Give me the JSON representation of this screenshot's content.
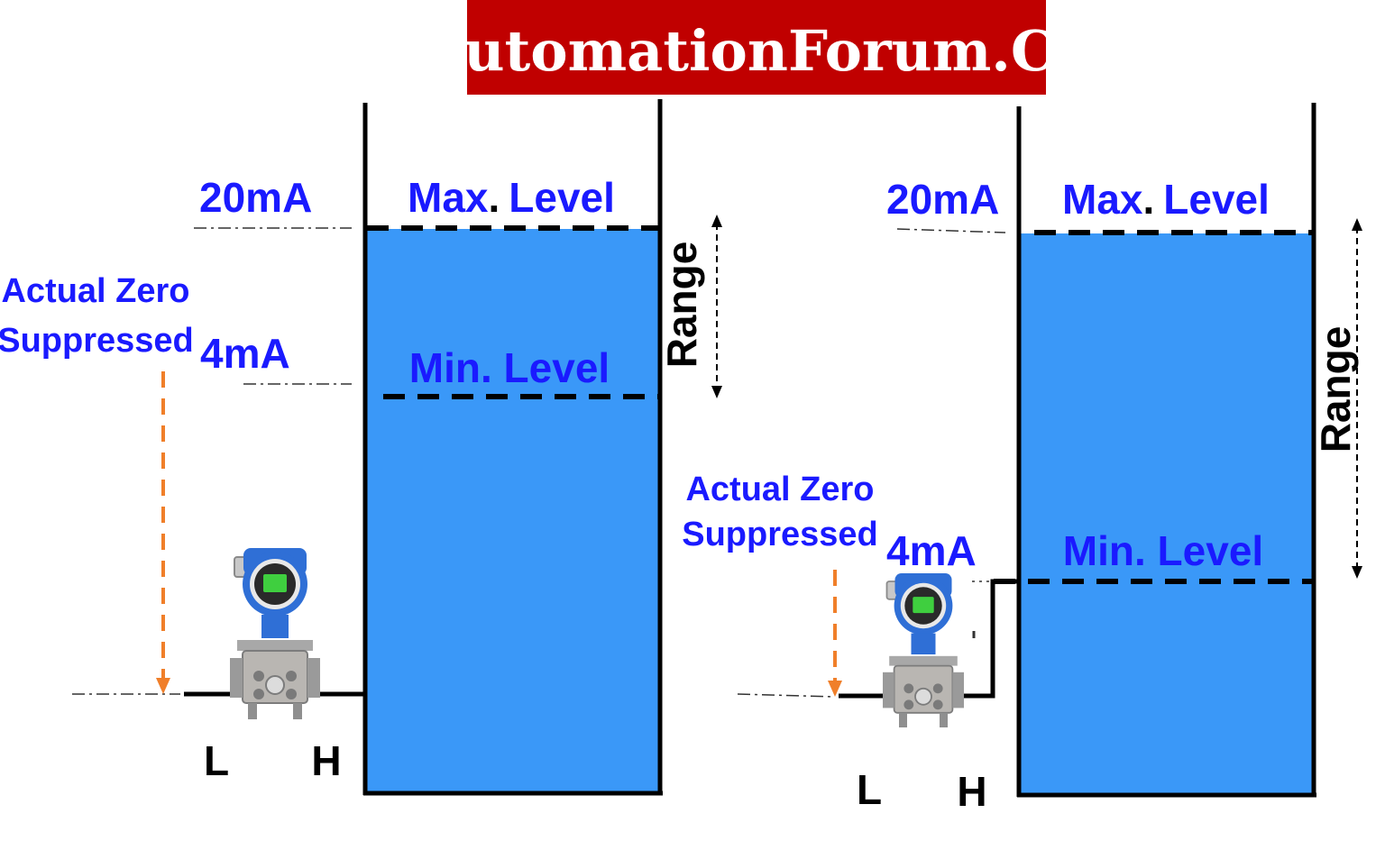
{
  "banner": {
    "text": "AutomationForum.Co",
    "background": "#c00000",
    "text_color": "#ffffff"
  },
  "colors": {
    "liquid": "#3a98f8",
    "label_blue": "#1a1aff",
    "arrow_orange": "#f07f2a",
    "transmitter_blue": "#2f6fd6",
    "display_green": "#3fcf3f"
  },
  "left_tank": {
    "signal_high": "20mA",
    "signal_low": "4mA",
    "max_level": "Max",
    "max_level_dot": ".",
    "max_level_word": "Level",
    "min_level": "Min. Level",
    "range": "Range",
    "zero_line1": "Actual Zero",
    "zero_line2": "Suppressed",
    "port_low": "L",
    "port_high": "H"
  },
  "right_tank": {
    "signal_high": "20mA",
    "signal_low": "4mA",
    "max_level": "Max",
    "max_level_dot": ".",
    "max_level_word": "Level",
    "min_level": "Min. Level",
    "range": "Range",
    "zero_line1": "Actual Zero",
    "zero_line2": "Suppressed",
    "port_low": "L",
    "port_high": "H"
  }
}
